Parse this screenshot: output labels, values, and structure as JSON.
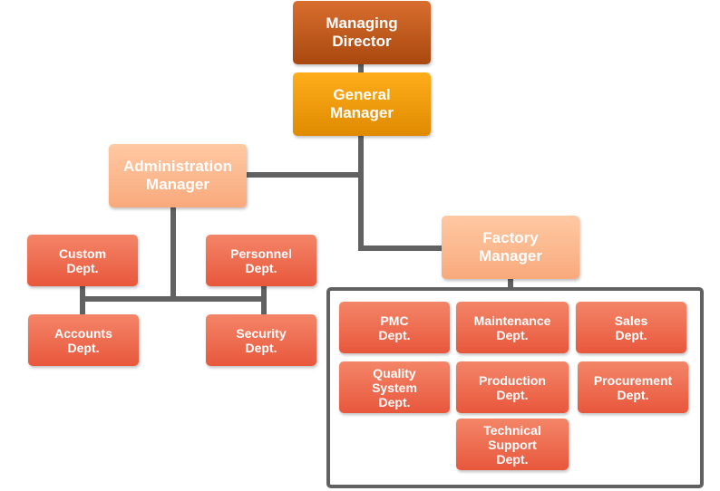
{
  "org_chart": {
    "managing_director": "Managing\nDirector",
    "general_manager": "General\nManager",
    "administration_manager": "Administration\nManager",
    "factory_manager": "Factory\nManager",
    "admin_departments": {
      "custom": "Custom\nDept.",
      "personnel": "Personnel\nDept.",
      "accounts": "Accounts\nDept.",
      "security": "Security\nDept."
    },
    "factory_departments": {
      "pmc": "PMC\nDept.",
      "maintenance": "Maintenance\nDept.",
      "sales": "Sales\nDept.",
      "quality_system": "Quality\nSystem\nDept.",
      "production": "Production\nDept.",
      "procurement": "Procurement\nDept.",
      "technical_support": "Technical\nSupport\nDept."
    }
  },
  "colors": {
    "executive": "#c05a1f",
    "general_manager": "#f59b0a",
    "manager": "#fbb98f",
    "department": "#ee6b4f",
    "connector": "#616161"
  }
}
